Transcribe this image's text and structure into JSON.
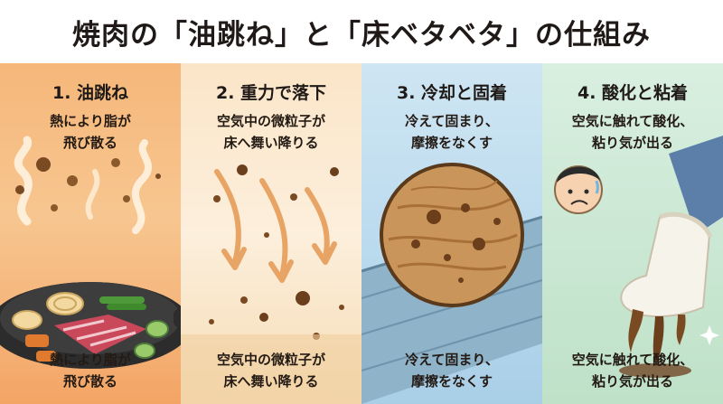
{
  "title": "焼肉の「油跳ね」と「床ベタベタ」の仕組み",
  "panels": [
    {
      "heading": "1. 油跳ね",
      "desc_top": [
        "熱により脂が",
        "飛び散る"
      ],
      "desc_bottom": [
        "熱により脂が",
        "飛び散る"
      ]
    },
    {
      "heading": "2. 重力で落下",
      "desc_top": [
        "空気中の微粒子が",
        "床へ舞い降りる"
      ],
      "desc_bottom": [
        "空気中の微粒子が",
        "床へ舞い降りる"
      ]
    },
    {
      "heading": "3. 冷却と固着",
      "desc_top": [
        "冷えて固まり、",
        "摩擦をなくす"
      ],
      "desc_bottom": [
        "冷えて固まり、",
        "摩擦をなくす"
      ]
    },
    {
      "heading": "4. 酸化と粘着",
      "desc_top": [
        "空気に触れて酸化、",
        "粘り気が出る"
      ],
      "desc_bottom": [
        "空気に触れて酸化、",
        "粘り気が出る"
      ]
    }
  ],
  "colors": {
    "panel1": "#f7c690",
    "panel2": "#fcefdc",
    "panel3": "#bcdbee",
    "panel4": "#cbe8d4",
    "oil": "#8a5a2b"
  }
}
